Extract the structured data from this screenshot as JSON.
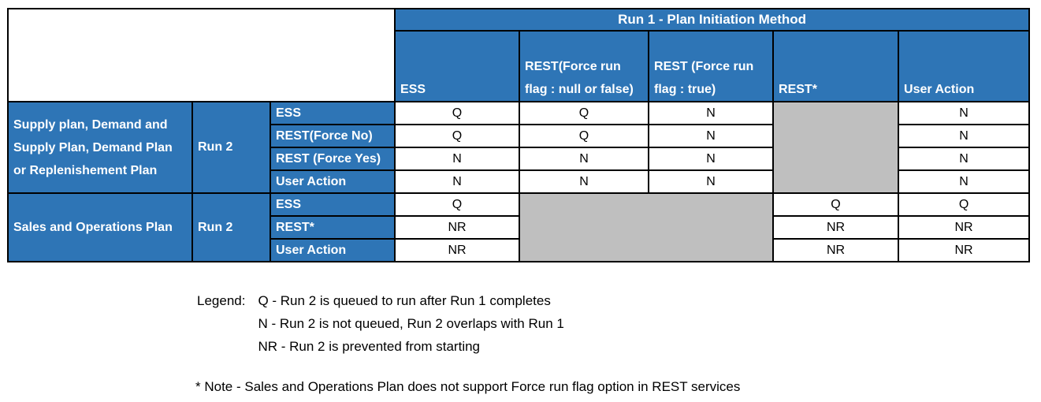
{
  "table": {
    "title": "Run 1 - Plan Initiation Method",
    "columns": [
      "ESS",
      "REST(Force run flag : null or false)",
      "REST (Force run flag : true)",
      "REST*",
      "User Action"
    ],
    "groups": [
      {
        "plan": "Supply plan, Demand and Supply Plan, Demand Plan or Replenishement Plan",
        "run": "Run 2",
        "rows": [
          {
            "method": "ESS",
            "ess": "Q",
            "rest_null_false": "Q",
            "rest_true": "N",
            "user_action": "N"
          },
          {
            "method": "REST(Force No)",
            "ess": "Q",
            "rest_null_false": "Q",
            "rest_true": "N",
            "user_action": "N"
          },
          {
            "method": "REST (Force Yes)",
            "ess": "N",
            "rest_null_false": "N",
            "rest_true": "N",
            "user_action": "N"
          },
          {
            "method": "User Action",
            "ess": "N",
            "rest_null_false": "N",
            "rest_true": "N",
            "user_action": "N"
          }
        ]
      },
      {
        "plan": "Sales and Operations Plan",
        "run": "Run 2",
        "rows": [
          {
            "method": "ESS",
            "ess": "Q",
            "rest_star": "Q",
            "user_action": "Q"
          },
          {
            "method": "REST*",
            "ess": "NR",
            "rest_star": "NR",
            "user_action": "NR"
          },
          {
            "method": "User Action",
            "ess": "NR",
            "rest_star": "NR",
            "user_action": "NR"
          }
        ]
      }
    ]
  },
  "legend": {
    "label": "Legend:",
    "items": [
      "Q - Run 2 is queued to run after Run 1 completes",
      "N - Run 2 is not queued, Run 2 overlaps with Run 1",
      "NR - Run 2 is prevented from starting"
    ]
  },
  "note": "* Note - Sales and Operations Plan does not support Force run flag option in REST services",
  "colors": {
    "header_blue": "#2E75B6",
    "unavailable_gray": "#BFBFBF",
    "border": "#000000",
    "header_text": "#FFFFFF",
    "cell_text": "#000000"
  }
}
